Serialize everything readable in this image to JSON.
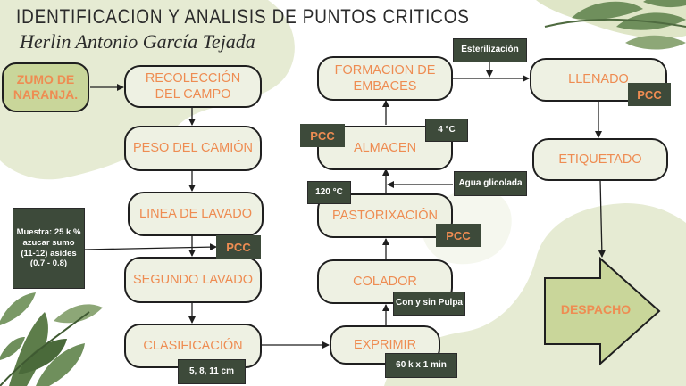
{
  "header": {
    "title": "IDENTIFICACION Y ANALISIS DE PUNTOS CRITICOS",
    "author": "Herlin Antonio García Tejada"
  },
  "nodes": {
    "origin": "ZUMO DE NARANJA.",
    "recoleccion": "RECOLECCIÓN DEL CAMPO",
    "peso": "PESO DEL CAMIÓN",
    "lavado": "LINEA DE LAVADO",
    "segundo_lavado": "SEGUNDO LAVADO",
    "clasificacion": "CLASIFICACIÓN",
    "exprimir": "EXPRIMIR",
    "colador": "COLADOR",
    "pastorizacion": "PASTORIXACIÓN",
    "almacen": "ALMACEN",
    "envases": "FORMACION DE EMBACES",
    "llenado": "LLENADO",
    "etiquetado": "ETIQUETADO",
    "despacho": "DESPACHO"
  },
  "notes": {
    "muestra": "Muestra: 25 k % azucar sumo (11-12) asides (0.7 - 0.8)",
    "esterilizacion": "Esterilización",
    "temp_almacen": "4 °C",
    "agua_glicolada": "Agua glicolada",
    "temp_pasteur": "120 °C",
    "pulpa": "Con y sin Pulpa",
    "calibres": "5, 8, 11 cm",
    "capacidad": "60 k x 1 min"
  },
  "pcc": {
    "label": "PCC"
  },
  "colors": {
    "node_fill": "#eef1e3",
    "node_text": "#ee8c52",
    "tag_fill": "#3d4a3a",
    "origin_fill": "#c9d69a",
    "blob": "#e6ebd3"
  }
}
